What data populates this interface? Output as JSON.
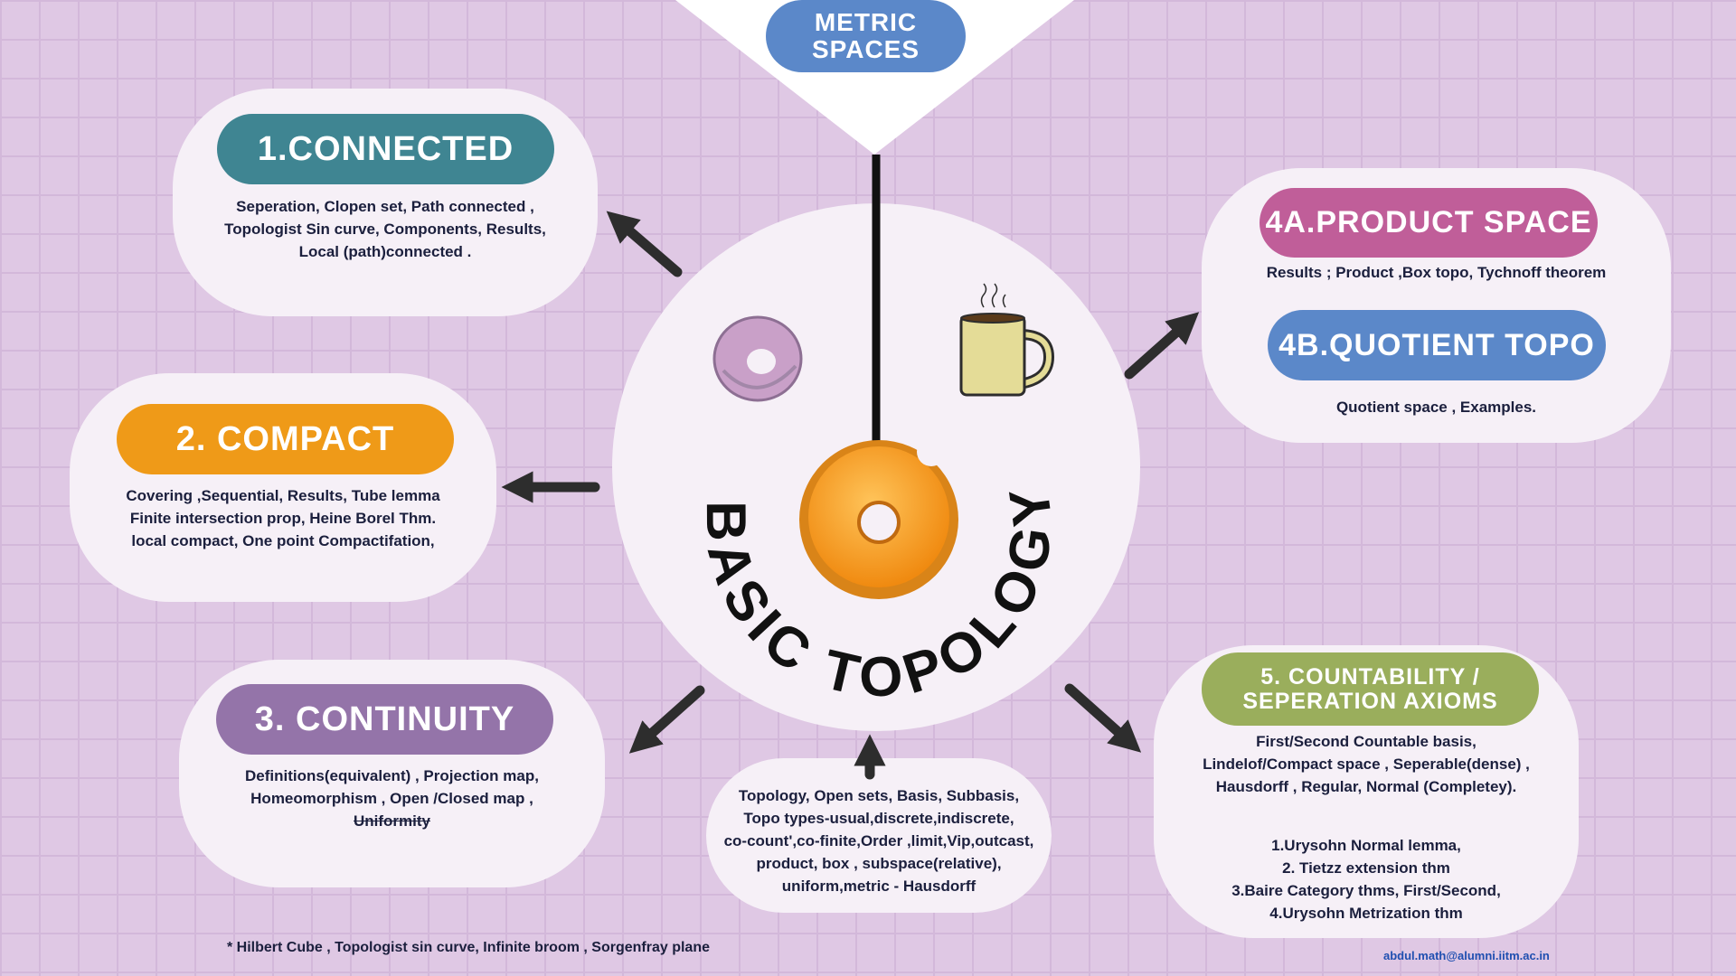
{
  "top": {
    "label_line1": "METRIC",
    "label_line2": "SPACES"
  },
  "center": {
    "title": "BASIC TOPOLOGY",
    "icons": [
      "torus-icon",
      "coffee-mug-icon",
      "donut-icon"
    ]
  },
  "sections": {
    "connected": {
      "title": "1.CONNECTED",
      "color": "#3f8592",
      "lines": [
        "Seperation, Clopen set, Path connected ,",
        "Topologist Sin curve, Components, Results,",
        "Local (path)connected ."
      ]
    },
    "compact": {
      "title": "2. COMPACT",
      "color": "#ef9a18",
      "lines": [
        "Covering ,Sequential, Results, Tube lemma",
        "Finite intersection prop, Heine Borel Thm.",
        "local compact,  One point Compactifation,"
      ]
    },
    "continuity": {
      "title": "3. CONTINUITY",
      "color": "#9474a9",
      "lines": [
        "Definitions(equivalent) , Projection map,",
        "Homeomorphism , Open /Closed map ,"
      ],
      "struck": "Uniformity"
    },
    "product": {
      "title": "4A.PRODUCT SPACE",
      "color": "#c05e99",
      "lines": [
        "Results ; Product ,Box topo, Tychnoff theorem"
      ]
    },
    "quotient": {
      "title": "4B.QUOTIENT TOPO",
      "color": "#5b88c9",
      "lines": [
        "Quotient space , Examples."
      ]
    },
    "countability": {
      "title_line1": "5. COUNTABILITY /",
      "title_line2": "SEPERATION AXIOMS",
      "color": "#9aae5c",
      "lines": [
        "First/Second Countable basis,",
        "Lindelof/Compact space , Seperable(dense) ,",
        "Hausdorff , Regular, Normal (Completey)."
      ],
      "theorems": [
        "1.Urysohn Normal lemma,",
        "2. Tietzz extension thm",
        "3.Baire Category thms, First/Second,",
        "4.Urysohn Metrization thm"
      ]
    },
    "basics": {
      "lines": [
        "Topology, Open sets,  Basis, Subbasis,",
        "Topo types-usual,discrete,indiscrete,",
        "co-count',co-finite,Order ,limit,Vip,outcast,",
        "product, box , subspace(relative),",
        "uniform,metric - Hausdorff"
      ]
    }
  },
  "footer": {
    "note": "* Hilbert Cube , Topologist sin curve, Infinite broom , Sorgenfray plane",
    "email": "abdul.math@alumni.iitm.ac.in"
  }
}
